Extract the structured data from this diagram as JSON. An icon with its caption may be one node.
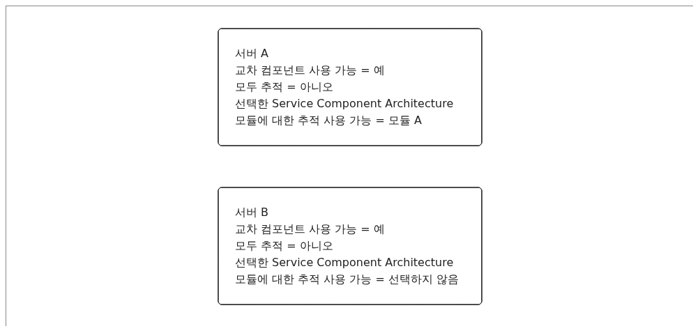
{
  "diagram": {
    "nodes": [
      {
        "text": [
          "서버 A",
          "교차 컴포넌트 사용 가능 = 예",
          "모두 추적 = 아니오",
          "선택한 Service Component Architecture 모듈에 대한 추적 사용 가능 = 모듈 A"
        ]
      },
      {
        "text": [
          "서버 B",
          "교차 컴포넌트 사용 가능 = 예",
          "모두 추적 = 아니오",
          "선택한 Service Component Architecture 모듈에 대한 추적 사용 가능 = 선택하지 않음"
        ]
      }
    ],
    "edges": []
  }
}
